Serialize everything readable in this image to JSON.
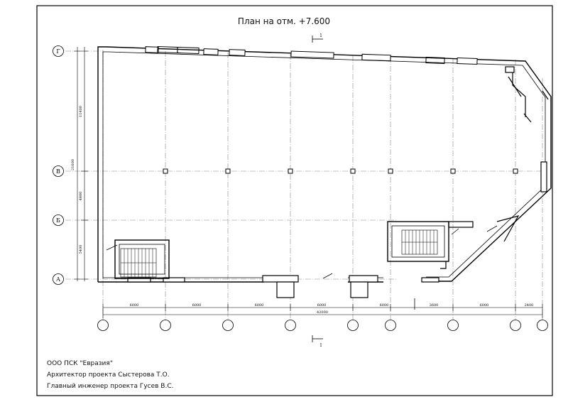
{
  "title": "План на отм. +7.600",
  "section_mark": "1",
  "axes_rows": [
    "Г",
    "В",
    "Б",
    "А"
  ],
  "dims_vertical": [
    "21600",
    "11400",
    "4800",
    "5400"
  ],
  "dims_horizontal": [
    "6000",
    "6000",
    "6000",
    "6000",
    "6000",
    "3600",
    "6000",
    "2400"
  ],
  "dim_total": "42000",
  "credits": {
    "company": "ООО ПСК \"Евразия\"",
    "architect": "Архитектор проекта Сыстерова Т.О.",
    "engineer": "Главный инженер проекта Гусев В.С."
  }
}
